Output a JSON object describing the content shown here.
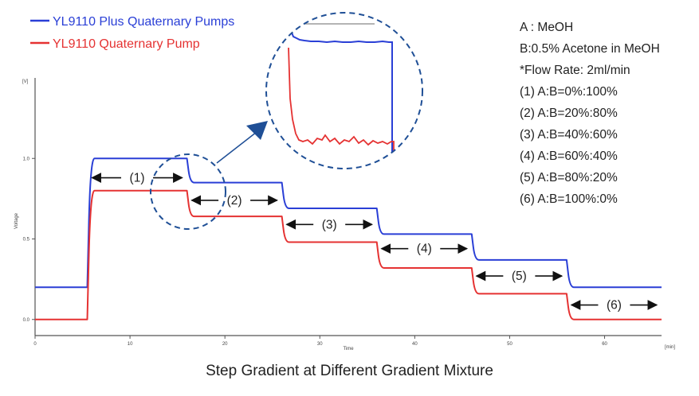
{
  "colors": {
    "blue": "#2a3fd6",
    "red": "#e53232",
    "accent": "#1f4f96",
    "axis": "#555555"
  },
  "legend": [
    {
      "label": "YL9110 Plus Quaternary Pumps",
      "color": "#2a3fd6"
    },
    {
      "label": "YL9110 Quaternary Pump",
      "color": "#e53232"
    }
  ],
  "conditions": [
    "A : MeOH",
    "B:0.5% Acetone in MeOH",
    "*Flow Rate: 2ml/min",
    "(1) A:B=0%:100%",
    "(2) A:B=20%:80%",
    "(3) A:B=40%:60%",
    "(4) A:B=60%:40%",
    "(5) A:B=80%:20%",
    "(6) A:B=100%:0%"
  ],
  "segment_labels": [
    "(1)",
    "(2)",
    "(3)",
    "(4)",
    "(5)",
    "(6)"
  ],
  "caption": "Step Gradient at Different Gradient Mixture",
  "chart_data": {
    "type": "line",
    "title": "Step Gradient at Different Gradient Mixture",
    "xlabel": "Time",
    "ylabel": "Voltage",
    "x_unit": "[min]",
    "y_unit": "[V]",
    "xlim": [
      0,
      66
    ],
    "ylim": [
      -0.1,
      1.5
    ],
    "x_ticks": [
      0,
      10,
      20,
      30,
      40,
      50,
      60
    ],
    "y_ticks": [
      "0.0",
      "0.5",
      "1.0"
    ],
    "y_tick_values": [
      0.0,
      0.5,
      1.0
    ],
    "series": [
      {
        "name": "YL9110 Plus Quaternary Pumps",
        "color": "#2a3fd6",
        "steps": [
          [
            0,
            0.2
          ],
          [
            5.5,
            1.0
          ],
          [
            16,
            0.85
          ],
          [
            26,
            0.69
          ],
          [
            36,
            0.53
          ],
          [
            46,
            0.37
          ],
          [
            56,
            0.2
          ],
          [
            66,
            0.2
          ]
        ]
      },
      {
        "name": "YL9110 Quaternary Pump",
        "color": "#e53232",
        "steps": [
          [
            0,
            0.0
          ],
          [
            5.5,
            0.8
          ],
          [
            16,
            0.64
          ],
          [
            26,
            0.48
          ],
          [
            36,
            0.32
          ],
          [
            46,
            0.16
          ],
          [
            56,
            0.0
          ],
          [
            66,
            0.0
          ]
        ]
      }
    ],
    "segments": [
      {
        "label": "(1)",
        "x_start": 6,
        "x_end": 15.5,
        "y": 0.88
      },
      {
        "label": "(2)",
        "x_start": 16.5,
        "x_end": 25.5,
        "y": 0.74
      },
      {
        "label": "(3)",
        "x_start": 26.5,
        "x_end": 35.5,
        "y": 0.59
      },
      {
        "label": "(4)",
        "x_start": 36.5,
        "x_end": 45.5,
        "y": 0.44
      },
      {
        "label": "(5)",
        "x_start": 46.5,
        "x_end": 55.5,
        "y": 0.27
      },
      {
        "label": "(6)",
        "x_start": 56.5,
        "x_end": 65.5,
        "y": 0.09
      }
    ]
  }
}
